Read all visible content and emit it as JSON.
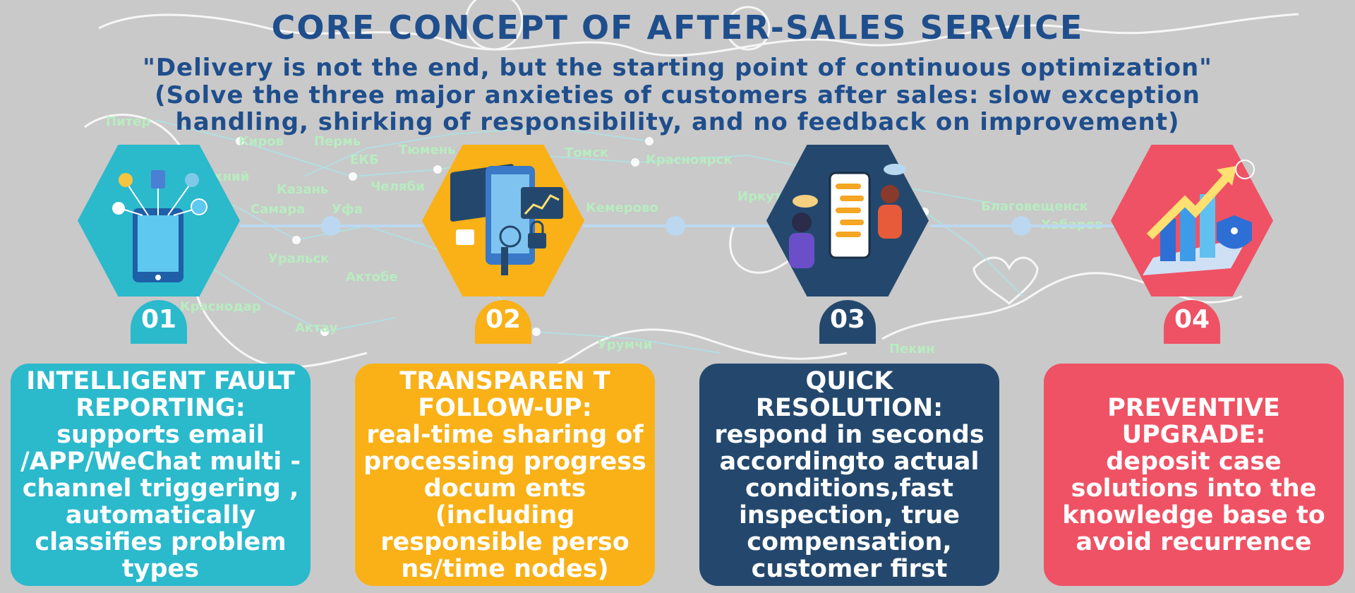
{
  "header": {
    "title": "CORE CONCEPT OF AFTER-SALES SERVICE",
    "subtitle": "\"Delivery is not the end, but the starting point of continuous optimization\"",
    "note": "(Solve the three major anxieties of customers after sales: slow exception handling, shirking of responsibility, and no feedback on improvement)"
  },
  "map_labels": [
    "Питер",
    "Киров",
    "Пермь",
    "ЕКБ",
    "Тюмень",
    "Томск",
    "Красноярск",
    "Казань",
    "Челяби",
    "Нижний",
    "Самара",
    "Уфа",
    "Кемерово",
    "Уральск",
    "Актобе",
    "Краснодар",
    "Актау",
    "Урумчи",
    "Пекин",
    "Благовещенск",
    "Хабаров",
    "Иркутск"
  ],
  "steps": [
    {
      "number": "01",
      "icon": "mobile-network-icon",
      "color": "#2bb9cc",
      "text": "INTELLIGENT FAULT REPORTING:\nsupports email /APP/WeChat multi -channel triggering , automatically classifies problem types"
    },
    {
      "number": "02",
      "icon": "security-dashboard-icon",
      "color": "#f9b117",
      "text": "TRANSPAREN T FOLLOW-UP:\nreal-time sharing of processing progress docum ents (including responsible perso ns/time nodes)"
    },
    {
      "number": "03",
      "icon": "chat-support-icon",
      "color": "#24486d",
      "text": "QUICK RESOLUTION:\nrespond in seconds accordingto actual conditions,fast inspection, true compensation, customer first"
    },
    {
      "number": "04",
      "icon": "growth-chart-icon",
      "color": "#ef5264",
      "text": "PREVENTIVE UPGRADE:\ndeposit case solutions into the knowledge base to avoid recurrence"
    }
  ]
}
